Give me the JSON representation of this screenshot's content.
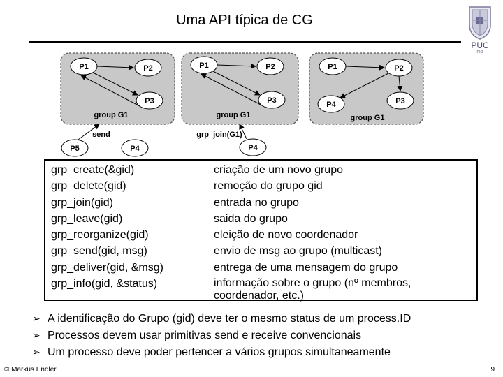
{
  "slide": {
    "title": "Uma API típica de CG",
    "footer_left": "© Markus Endler",
    "page_number": "9"
  },
  "logo": {
    "text": "PUC",
    "subtext": "RIO"
  },
  "diagram": {
    "panel1": {
      "nodes": {
        "p1": "P1",
        "p2": "P2",
        "p3": "P3"
      },
      "group_label": "group G1",
      "outside": {
        "p5": "P5",
        "p4": "P4"
      },
      "edge_label": "send"
    },
    "panel2": {
      "nodes": {
        "p1": "P1",
        "p2": "P2",
        "p3": "P3"
      },
      "group_label": "group G1",
      "outside": {
        "p4": "P4"
      },
      "edge_label": "grp_join(G1)"
    },
    "panel3": {
      "nodes": {
        "p1": "P1",
        "p2": "P2",
        "p3": "P3",
        "p4": "P4"
      },
      "group_label": "group G1"
    }
  },
  "api_table": {
    "rows": [
      {
        "fn": "grp_create(&gid)",
        "desc": "criação de um novo grupo"
      },
      {
        "fn": "grp_delete(gid)",
        "desc": "remoção do grupo gid"
      },
      {
        "fn": "grp_join(gid)",
        "desc": "entrada no grupo"
      },
      {
        "fn": "grp_leave(gid)",
        "desc": "saida do grupo"
      },
      {
        "fn": "grp_reorganize(gid)",
        "desc": "eleição de novo coordenador"
      },
      {
        "fn": "grp_send(gid, msg)",
        "desc": "envio de msg ao grupo (multicast)"
      },
      {
        "fn": "grp_deliver(gid, &msg)",
        "desc": "entrega de uma mensagem do grupo"
      },
      {
        "fn": "grp_info(gid, &status)",
        "desc": "informação sobre o grupo (nº membros, coordenador, etc.)"
      }
    ]
  },
  "bullets": [
    "A identificação do Grupo (gid) deve ter o mesmo status de um process.ID",
    "Processos devem usar primitivas send e receive convencionais",
    "Um processo deve poder pertencer a vários grupos simultaneamente"
  ]
}
